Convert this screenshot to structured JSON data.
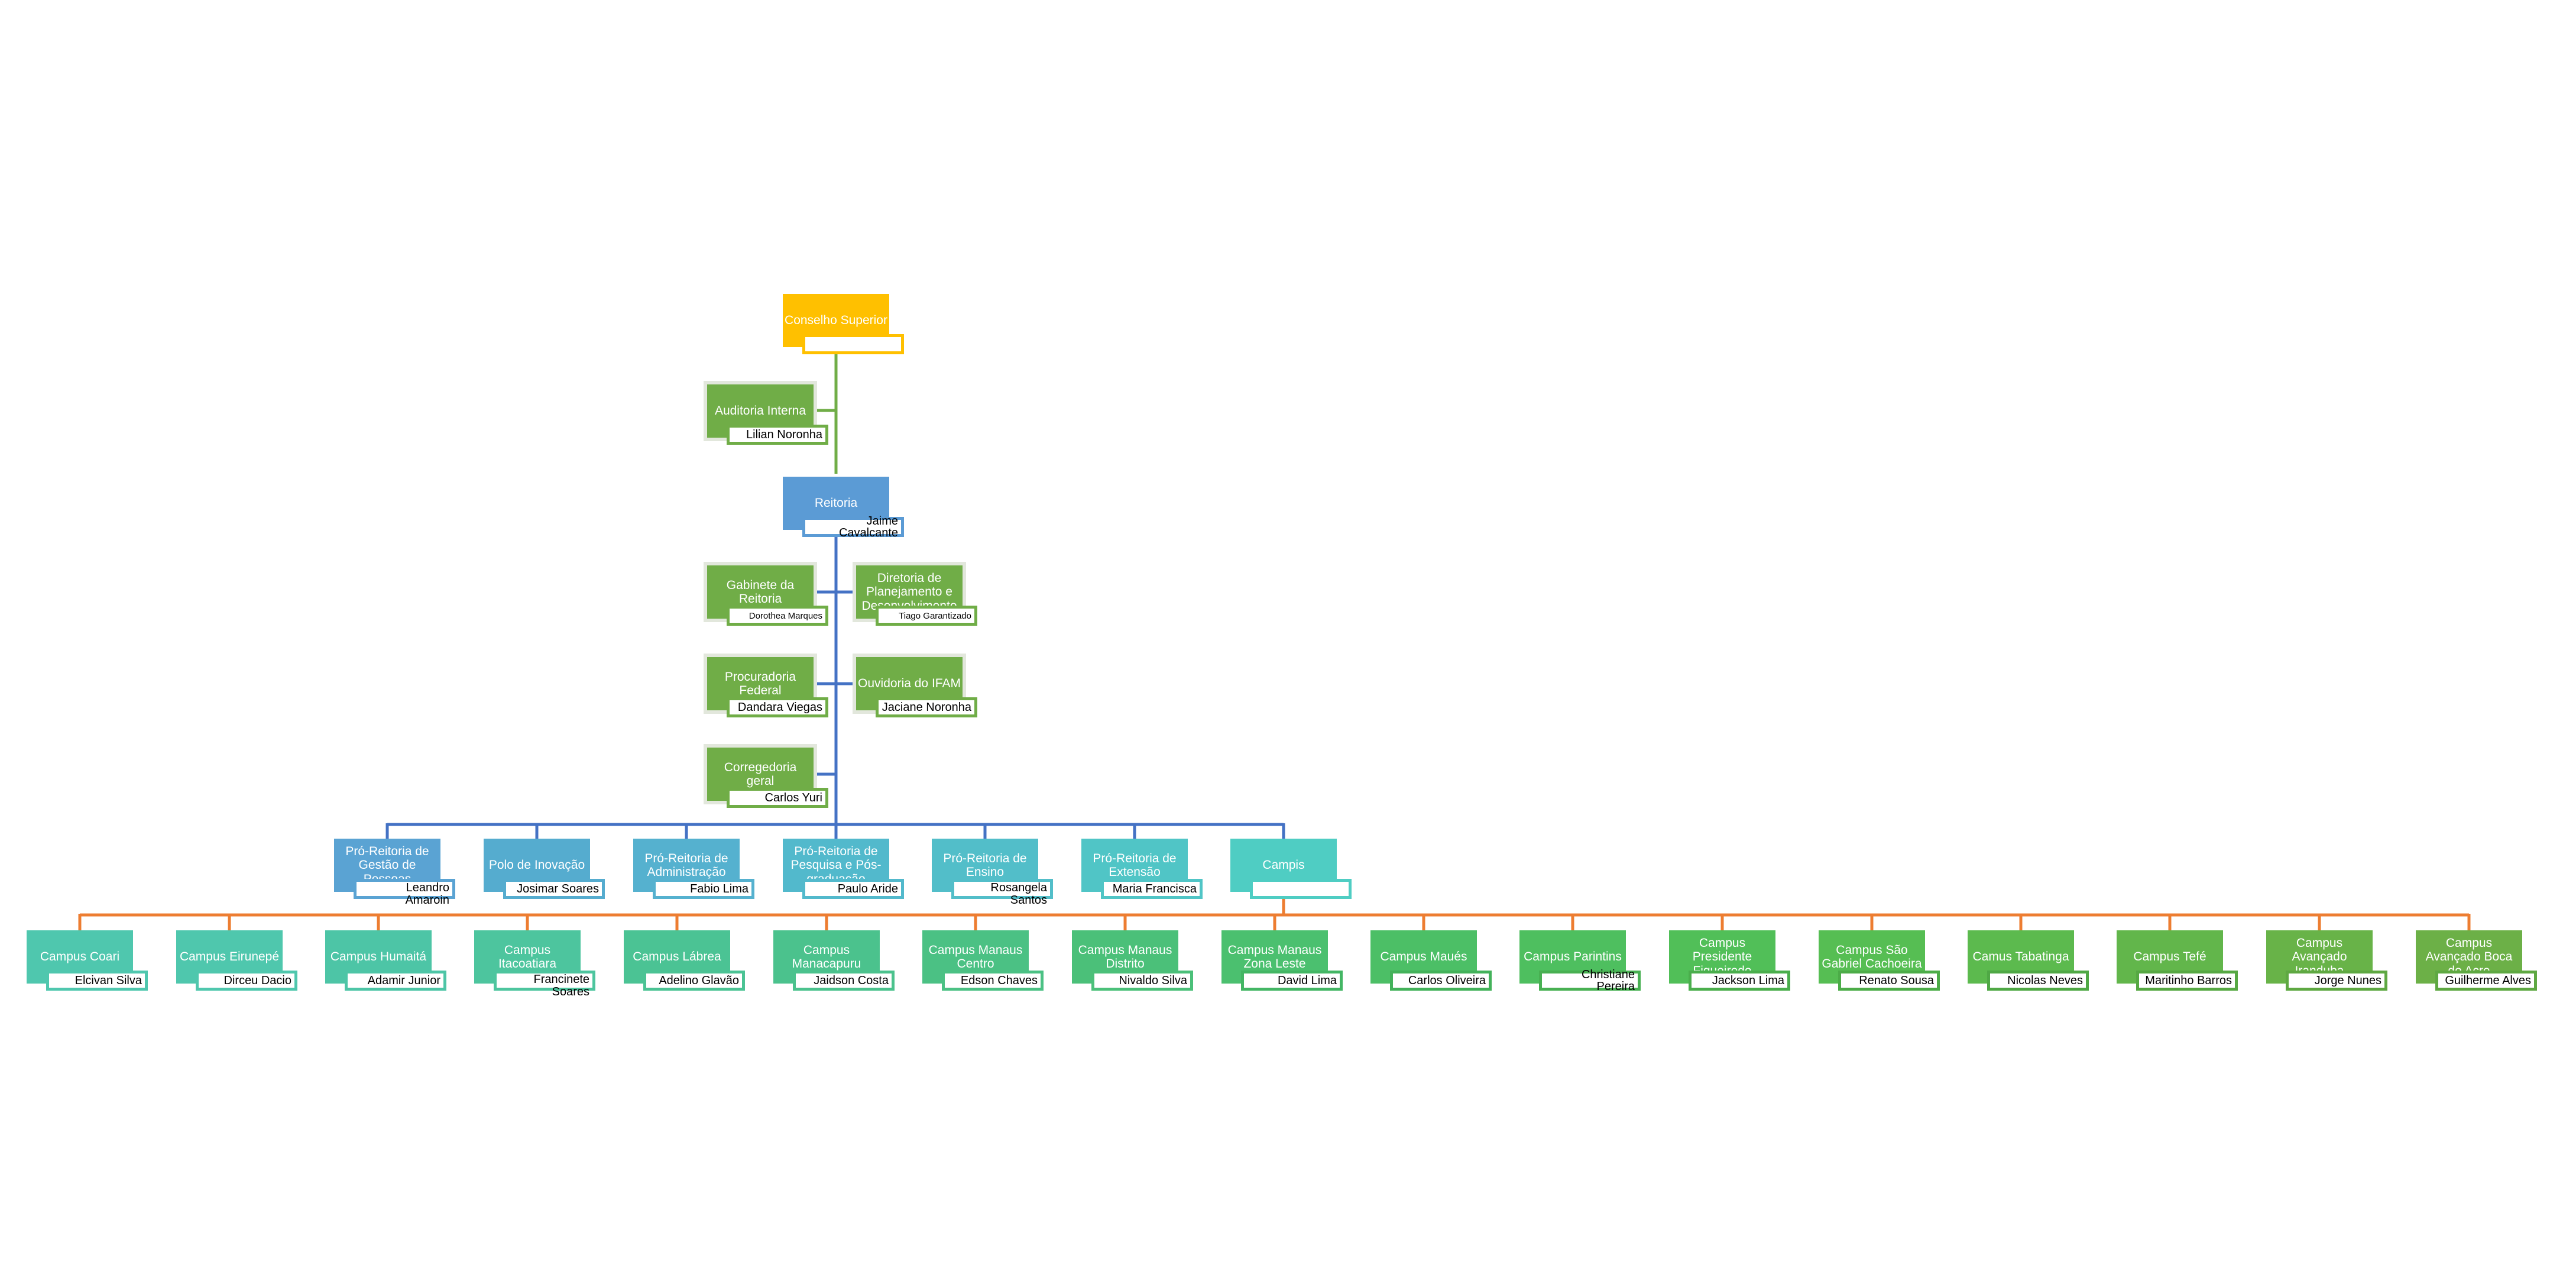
{
  "colors": {
    "gold": "#ffc000",
    "mid_blue": "#5b9bd5",
    "org_green": "#70ad47",
    "connector_blue": "#4472c4",
    "connector_orange": "#ed7d31",
    "teal": "#4bacc6"
  },
  "nodes": {
    "conselho_superior": {
      "title": "Conselho Superior",
      "name": ""
    },
    "auditoria_interna": {
      "title": "Auditoria Interna",
      "name": "Lilian Noronha"
    },
    "reitoria": {
      "title": "Reitoria",
      "name": "Jaime Cavalcante"
    },
    "gabinete_reitoria": {
      "title": "Gabinete da Reitoria",
      "name": "Dorothea Marques"
    },
    "diretoria_planejamento": {
      "title": "Diretoria de Planejamento e Desenvolvimento",
      "name": "Tiago Garantizado"
    },
    "procuradoria_federal": {
      "title": "Procuradoria Federal",
      "name": "Dandara Viegas"
    },
    "ouvidoria": {
      "title": "Ouvidoria do IFAM",
      "name": "Jaciane Noronha"
    },
    "corregedoria": {
      "title": "Corregedoria geral",
      "name": "Carlos Yuri"
    },
    "prorreitoria_pessoas": {
      "title": "Pró-Reitoria de Gestão de Pessoas",
      "name": "Leandro Amaroin"
    },
    "polo_inovacao": {
      "title": "Polo de Inovação",
      "name": "Josimar Soares"
    },
    "prorreitoria_administracao": {
      "title": "Pró-Reitoria de Administração",
      "name": "Fabio Lima"
    },
    "prorreitoria_pesquisa": {
      "title": "Pró-Reitoria de Pesquisa e Pós-graduação",
      "name": "Paulo Aride"
    },
    "prorreitoria_ensino": {
      "title": "Pró-Reitoria de Ensino",
      "name": "Rosangela Santos"
    },
    "prorreitoria_extensao": {
      "title": "Pró-Reitoria de Extensão",
      "name": "Maria Francisca"
    },
    "campis": {
      "title": "Campis",
      "name": ""
    },
    "campus_coari": {
      "title": "Campus Coari",
      "name": "Elcivan Silva"
    },
    "campus_eirunepe": {
      "title": "Campus Eirunepé",
      "name": "Dirceu Dacio"
    },
    "campus_humaita": {
      "title": "Campus Humaitá",
      "name": "Adamir Junior"
    },
    "campus_itacoatiara": {
      "title": "Campus Itacoatiara",
      "name": "Francinete Soares"
    },
    "campus_labrea": {
      "title": "Campus Lábrea",
      "name": "Adelino Glavão"
    },
    "campus_manacapuru": {
      "title": "Campus Manacapuru",
      "name": "Jaidson Costa"
    },
    "campus_manaus_centro": {
      "title": "Campus Manaus Centro",
      "name": "Edson Chaves"
    },
    "campus_manaus_distrito": {
      "title": "Campus Manaus Distrito",
      "name": "Nivaldo Silva"
    },
    "campus_manaus_zona_leste": {
      "title": "Campus Manaus Zona Leste",
      "name": "David Lima"
    },
    "campus_maues": {
      "title": "Campus Maués",
      "name": "Carlos Oliveira"
    },
    "campus_parintins": {
      "title": "Campus Parintins",
      "name": "Christiane Pereira"
    },
    "campus_presidente_figueiredo": {
      "title": "Campus Presidente Figueiredo",
      "name": "Jackson Lima"
    },
    "campus_sao_gabriel": {
      "title": "Campus São Gabriel Cachoeira",
      "name": "Renato Sousa"
    },
    "camus_tabatinga": {
      "title": "Camus Tabatinga",
      "name": "Nicolas Neves"
    },
    "campus_tefe": {
      "title": "Campus Tefé",
      "name": "Maritinho Barros"
    },
    "campus_iranduba": {
      "title": "Campus Avançado Iranduba",
      "name": "Jorge Nunes"
    },
    "campus_boca_do_acre": {
      "title": "Campus Avançado Boca do Acre",
      "name": "Guilherme Alves"
    }
  }
}
